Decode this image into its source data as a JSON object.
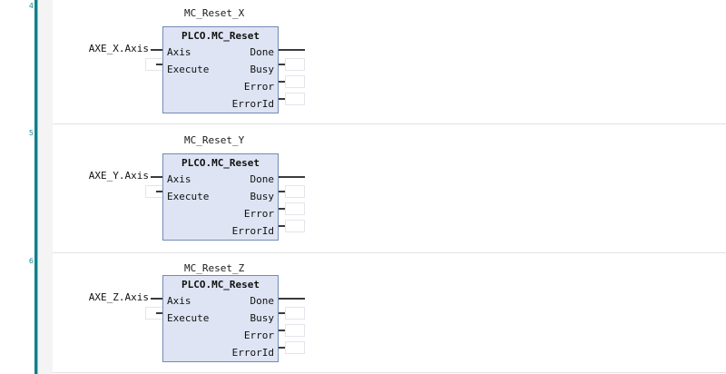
{
  "editor": {
    "type": "plc-function-block-diagram",
    "rail_color": "#0f7f8c",
    "block_fill": "#dee4f3",
    "block_border": "#7389b8",
    "wire_color": "#3b3b3b"
  },
  "rungs": [
    {
      "number": "4",
      "instance_name": "MC_Reset_X",
      "block_type": "PLCO.MC_Reset",
      "inputs": [
        {
          "pin": "Axis",
          "operand": "AXE_X.Axis",
          "wired": true
        },
        {
          "pin": "Execute",
          "operand": "",
          "wired": false
        }
      ],
      "outputs": [
        {
          "pin": "Done",
          "operand": "",
          "wired": true
        },
        {
          "pin": "Busy",
          "operand": "",
          "wired": false
        },
        {
          "pin": "Error",
          "operand": "",
          "wired": false
        },
        {
          "pin": "ErrorId",
          "operand": "",
          "wired": false
        }
      ]
    },
    {
      "number": "5",
      "instance_name": "MC_Reset_Y",
      "block_type": "PLCO.MC_Reset",
      "inputs": [
        {
          "pin": "Axis",
          "operand": "AXE_Y.Axis",
          "wired": true
        },
        {
          "pin": "Execute",
          "operand": "",
          "wired": false
        }
      ],
      "outputs": [
        {
          "pin": "Done",
          "operand": "",
          "wired": true
        },
        {
          "pin": "Busy",
          "operand": "",
          "wired": false
        },
        {
          "pin": "Error",
          "operand": "",
          "wired": false
        },
        {
          "pin": "ErrorId",
          "operand": "",
          "wired": false
        }
      ]
    },
    {
      "number": "6",
      "instance_name": "MC_Reset_Z",
      "block_type": "PLCO.MC_Reset",
      "inputs": [
        {
          "pin": "Axis",
          "operand": "AXE_Z.Axis",
          "wired": true
        },
        {
          "pin": "Execute",
          "operand": "",
          "wired": false
        }
      ],
      "outputs": [
        {
          "pin": "Done",
          "operand": "",
          "wired": true
        },
        {
          "pin": "Busy",
          "operand": "",
          "wired": false
        },
        {
          "pin": "Error",
          "operand": "",
          "wired": false
        },
        {
          "pin": "ErrorId",
          "operand": "",
          "wired": false
        }
      ]
    }
  ]
}
